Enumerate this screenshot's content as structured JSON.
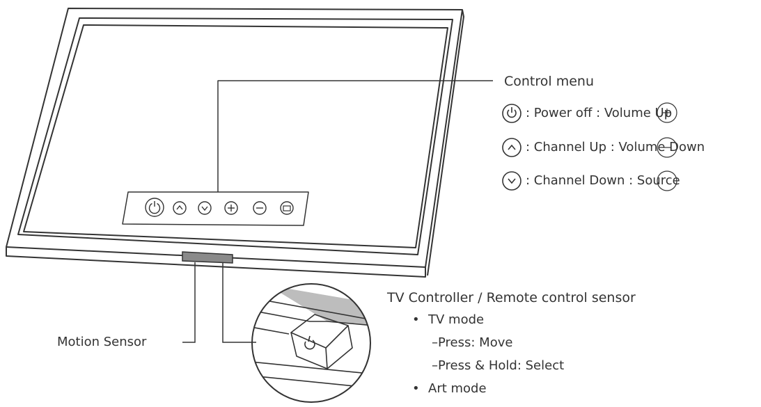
{
  "control_menu": {
    "title": "Control menu",
    "items": [
      {
        "icon": "power-icon",
        "text": ": Power off : Volume Up"
      },
      {
        "icon": "chevron-up-icon",
        "text": ": Channel Up : Volume Down"
      },
      {
        "icon": "chevron-down-icon",
        "text": ": Channel Down : Source"
      }
    ]
  },
  "motion_sensor": {
    "label": "Motion Sensor"
  },
  "tv_controller": {
    "title": "TV Controller / Remote control sensor",
    "tv_mode": {
      "label": "TV mode",
      "sub": [
        "–Press: Move",
        "–Press & Hold: Select"
      ]
    },
    "art_mode": {
      "label": "Art mode"
    }
  },
  "colors": {
    "line": "#333333",
    "sensor_fill": "#8a8a8a",
    "shade": "#bdbdbd"
  }
}
